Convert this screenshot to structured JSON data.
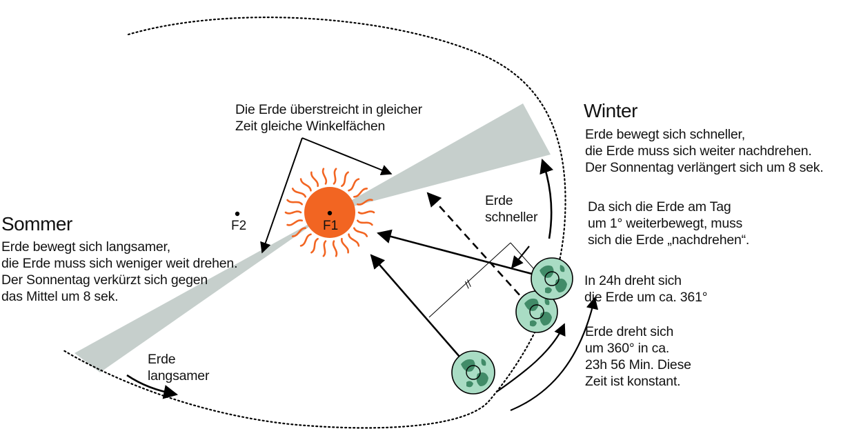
{
  "colors": {
    "sun_fill": "#f26522",
    "sun_rays": "#f26522",
    "sector_fill": "#c6cfcc",
    "earth_fill": "#a9dcc4",
    "earth_land": "#2f7d58",
    "ink": "#000000"
  },
  "icons": [
    "sun-icon",
    "earth-icon"
  ],
  "labels": {
    "sweep_note": [
      "Die Erde überstreicht in gleicher",
      "Zeit gleiche Winkelfächen"
    ],
    "winter_title": "Winter",
    "winter_desc": [
      "Erde bewegt sich schneller,",
      "die Erde muss sich weiter nachdrehen.",
      "Der Sonnentag verlängert sich um 8 sek."
    ],
    "summer_title": "Sommer",
    "summer_desc": [
      "Erde bewegt sich langsamer,",
      "die Erde muss sich weniger weit drehen.",
      "Der Sonnentag verkürzt sich gegen",
      "das Mittel um 8 sek."
    ],
    "erde_schneller": [
      "Erde",
      "schneller"
    ],
    "erde_langsamer": [
      "Erde",
      "langsamer"
    ],
    "nachdrehen_note": [
      "Da sich die Erde am Tag",
      "um 1° weiterbewegt, muss",
      "sich die Erde „nachdrehen“."
    ],
    "rotation_361": [
      "In 24h dreht sich",
      "die Erde um ca. 361°"
    ],
    "rotation_360": [
      "Erde dreht sich",
      "um 360° in ca.",
      "23h 56 Min. Diese",
      "Zeit ist konstant."
    ],
    "focus_1": "F1",
    "focus_2": "F2",
    "parallel_mark": "//"
  }
}
